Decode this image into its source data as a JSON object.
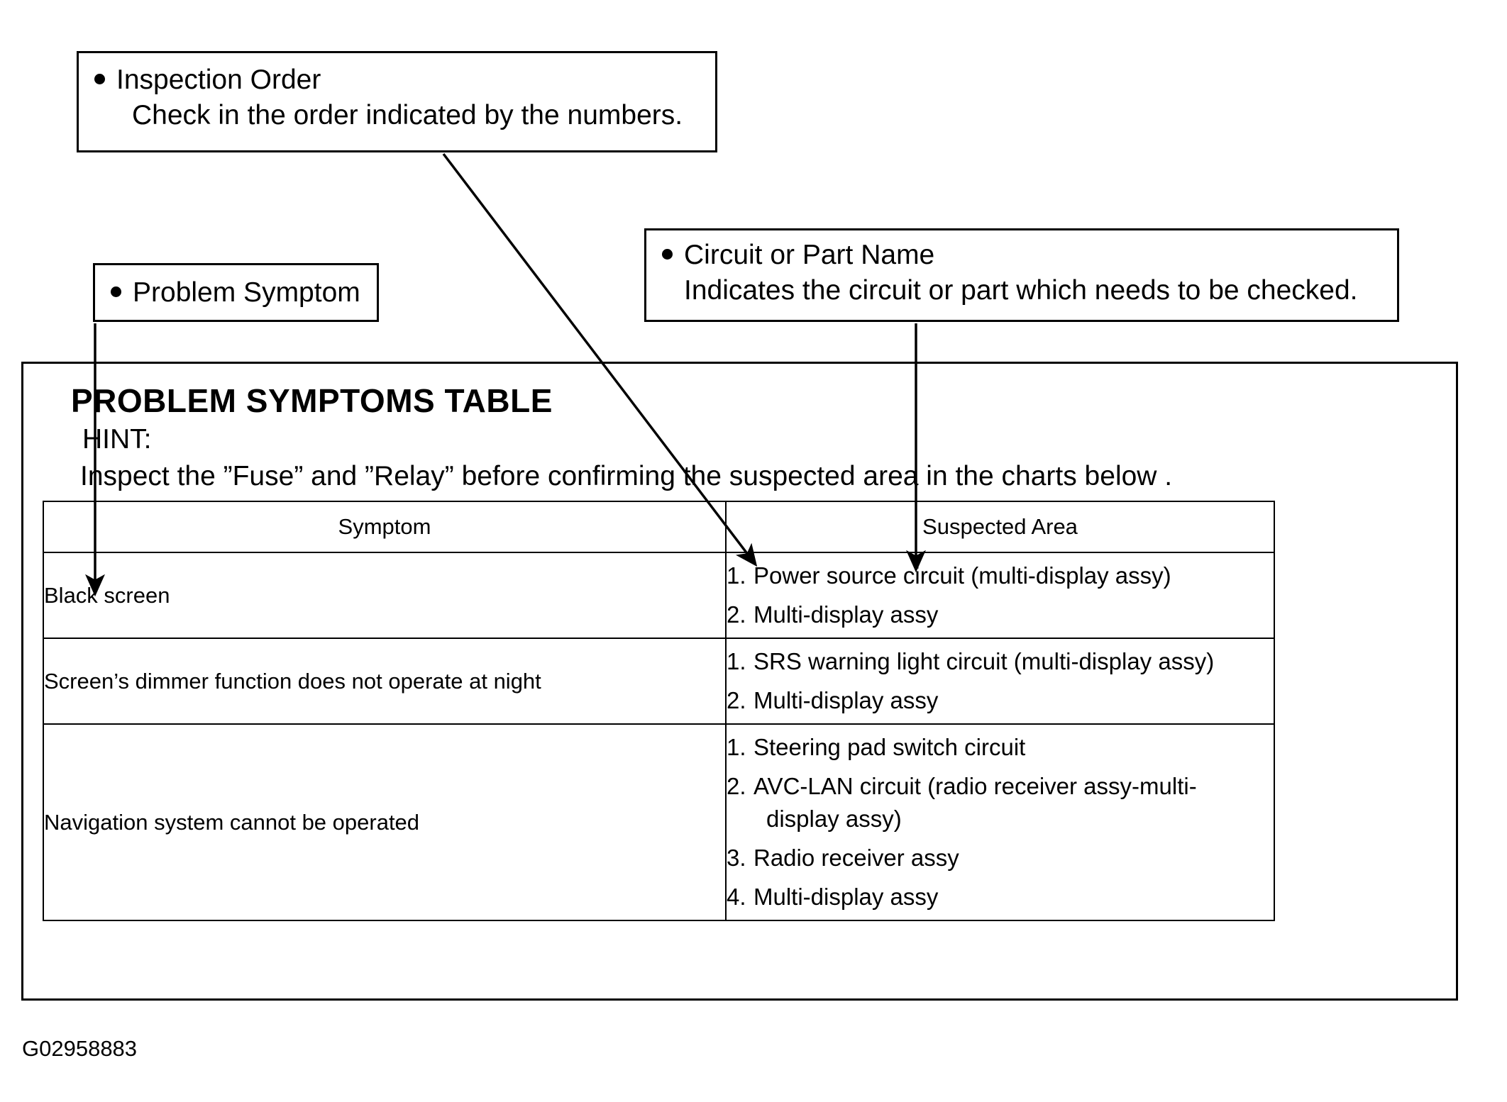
{
  "callouts": [
    {
      "id": "inspection-order",
      "title": "Inspection Order",
      "description": "Check in the order indicated by the numbers."
    },
    {
      "id": "circuit-or-part-name",
      "title": "Circuit or Part Name",
      "description": "Indicates the circuit or part which needs to be checked."
    },
    {
      "id": "problem-symptom",
      "title": "Problem Symptom"
    }
  ],
  "panel": {
    "title": "PROBLEM SYMPTOMS TABLE",
    "hint_label": "HINT:",
    "hint_text": "Inspect the ”Fuse” and ”Relay” before confirming the suspected area in the charts below ."
  },
  "table": {
    "headers": {
      "symptom": "Symptom",
      "suspected_area": "Suspected Area"
    },
    "rows": [
      {
        "symptom": "Black screen",
        "suspected_area": [
          {
            "num": "1.",
            "text": "Power source circuit (multi-display assy)"
          },
          {
            "num": "2.",
            "text": "Multi-display assy"
          }
        ]
      },
      {
        "symptom": "Screen’s dimmer function does not operate at night",
        "suspected_area": [
          {
            "num": "1.",
            "text": "SRS warning light circuit (multi-display assy)"
          },
          {
            "num": "2.",
            "text": "Multi-display assy"
          }
        ]
      },
      {
        "symptom": "Navigation system cannot be operated",
        "suspected_area": [
          {
            "num": "1.",
            "text": "Steering pad switch circuit"
          },
          {
            "num": "2.",
            "text": "AVC-LAN circuit (radio receiver assy-multi-",
            "wrap": "display assy)"
          },
          {
            "num": "3.",
            "text": "Radio receiver assy"
          },
          {
            "num": "4.",
            "text": "Multi-display assy"
          }
        ]
      }
    ]
  },
  "figure_code": "G02958883",
  "colors": {
    "ink": "#000000",
    "paper": "#ffffff"
  }
}
